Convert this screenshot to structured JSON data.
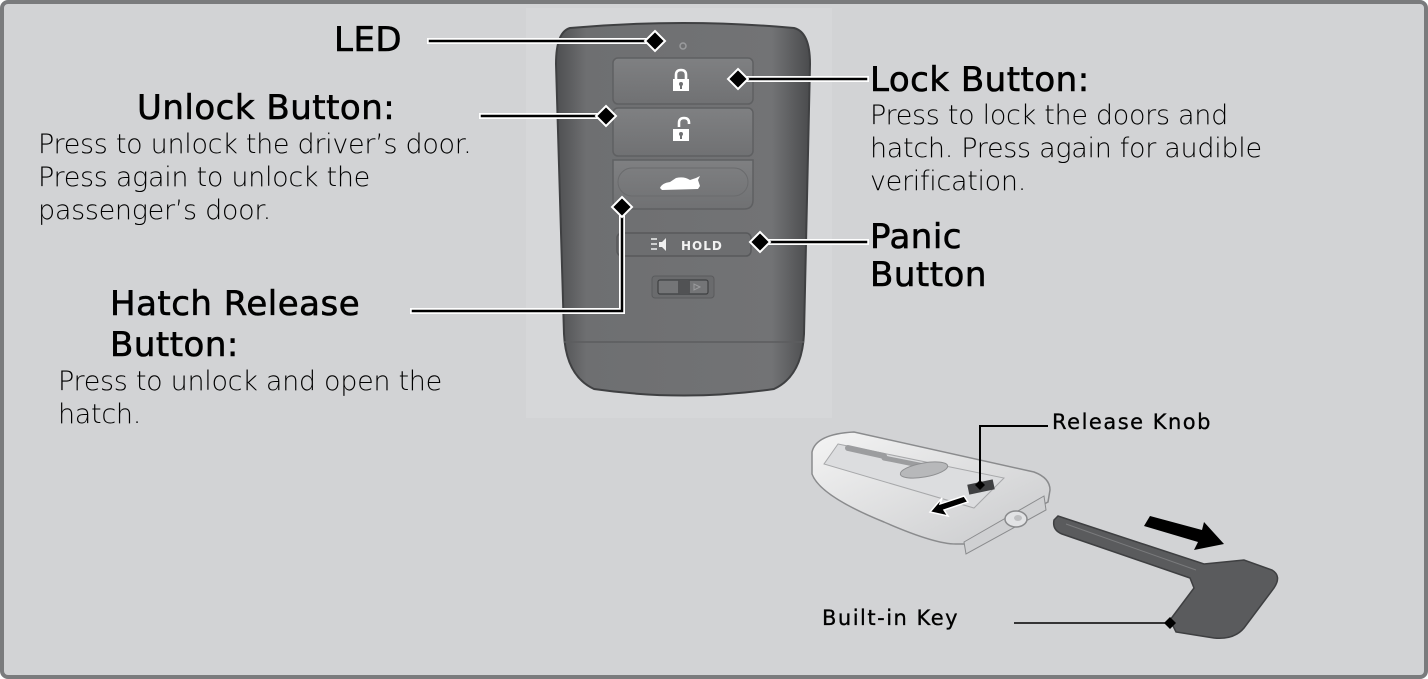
{
  "diagram": {
    "subject": "Smart entry remote transmitter",
    "callouts": {
      "led": {
        "title": "LED"
      },
      "unlock": {
        "title": "Unlock Button:",
        "lines": [
          "Press to unlock the driver’s door.",
          "Press again to unlock the",
          "passenger’s door."
        ]
      },
      "hatch": {
        "title_lines": [
          "Hatch Release",
          "Button:"
        ],
        "lines": [
          "Press to unlock and open the",
          "hatch."
        ]
      },
      "lock": {
        "title": "Lock Button:",
        "lines": [
          "Press to lock the doors and",
          "hatch. Press again for audible",
          "verification."
        ]
      },
      "panic": {
        "title_lines": [
          "Panic",
          "Button"
        ]
      },
      "release_knob": {
        "title": "Release Knob"
      },
      "built_in_key": {
        "title": "Built-in Key"
      }
    },
    "fob_buttons": {
      "lock_icon": "lock-closed-icon",
      "unlock_icon": "lock-open-icon",
      "hatch_icon": "car-hatch-icon",
      "panic_label": "HOLD",
      "panic_icon": "horn-icon"
    },
    "colors": {
      "background": "#d2d3d5",
      "border": "#7a7b7d",
      "fob_body": "#6f7072",
      "fob_button": "#7b7c7e",
      "key_blade": "#5a5b5d"
    }
  }
}
